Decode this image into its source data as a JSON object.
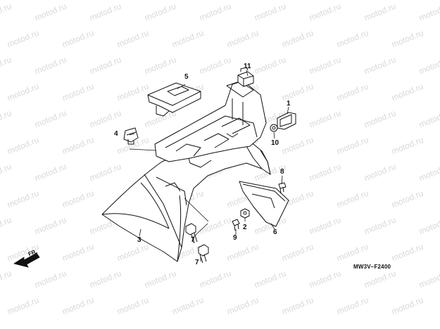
{
  "watermark": "motod.ru",
  "diagram_code": "MW3V–F2400",
  "direction_label": "FR.",
  "callouts": [
    "1",
    "2",
    "3",
    "4",
    "5",
    "6",
    "7",
    "7",
    "8",
    "9",
    "10",
    "11"
  ]
}
